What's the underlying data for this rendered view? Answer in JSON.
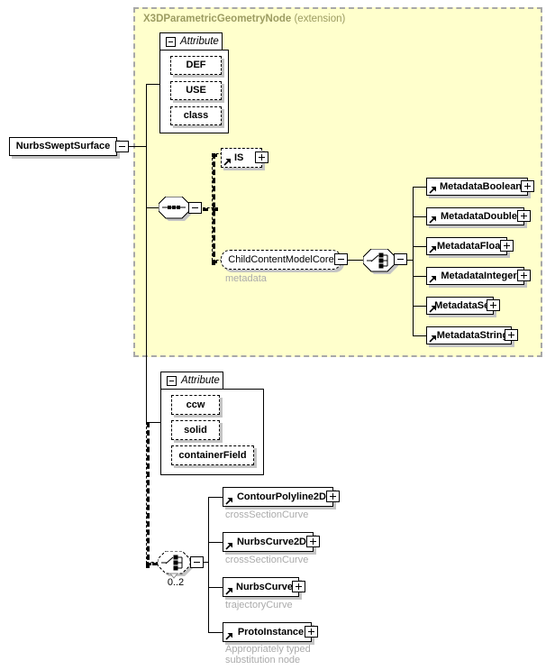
{
  "diagram": {
    "root_label": "NurbsSweptSurface",
    "region": {
      "title": "X3DParametricGeometryNode",
      "suffix": "(extension)"
    },
    "attr_group_top": {
      "header": "Attribute",
      "items": [
        "DEF",
        "USE",
        "class"
      ]
    },
    "is_node": {
      "label": "IS"
    },
    "child_content": {
      "label": "ChildContentModelCore",
      "annotation": "metadata"
    },
    "metadata_nodes": [
      "MetadataBoolean",
      "MetadataDouble",
      "MetadataFloat",
      "MetadataInteger",
      "MetadataSet",
      "MetadataString"
    ],
    "attr_group_bottom": {
      "header": "Attribute",
      "items": [
        "ccw",
        "solid",
        "containerField"
      ]
    },
    "choice": {
      "cardinality": "0..2"
    },
    "curve_nodes": [
      {
        "label": "ContourPolyline2D",
        "annotation": "crossSectionCurve"
      },
      {
        "label": "NurbsCurve2D",
        "annotation": "crossSectionCurve"
      },
      {
        "label": "NurbsCurve",
        "annotation": "trajectoryCurve"
      },
      {
        "label": "ProtoInstance",
        "annotation": "Appropriately typed substitution node"
      }
    ]
  },
  "colors": {
    "region_background": "#FFFFCC",
    "region_label": "#9C9C62",
    "annotation_gray": "#ABABAB",
    "shadow_gray": "#C4C4C4",
    "line_black": "#000000"
  }
}
